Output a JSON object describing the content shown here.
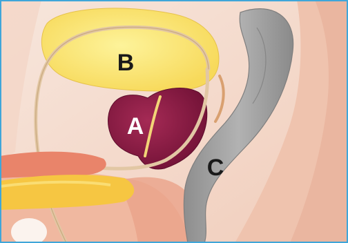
{
  "labels": {
    "a": "A",
    "b": "B",
    "c": "C"
  },
  "colors": {
    "frame": "#3fa6d9",
    "background": "#f6dfd2",
    "flesh": "#efb39a",
    "bladder": "#fbe77a",
    "prostate": "#8c1c45",
    "rectum": "#9c9c9c",
    "urethra": "#ead4b4",
    "label_dark": "#1a1a1a",
    "label_light": "#ffffff"
  }
}
